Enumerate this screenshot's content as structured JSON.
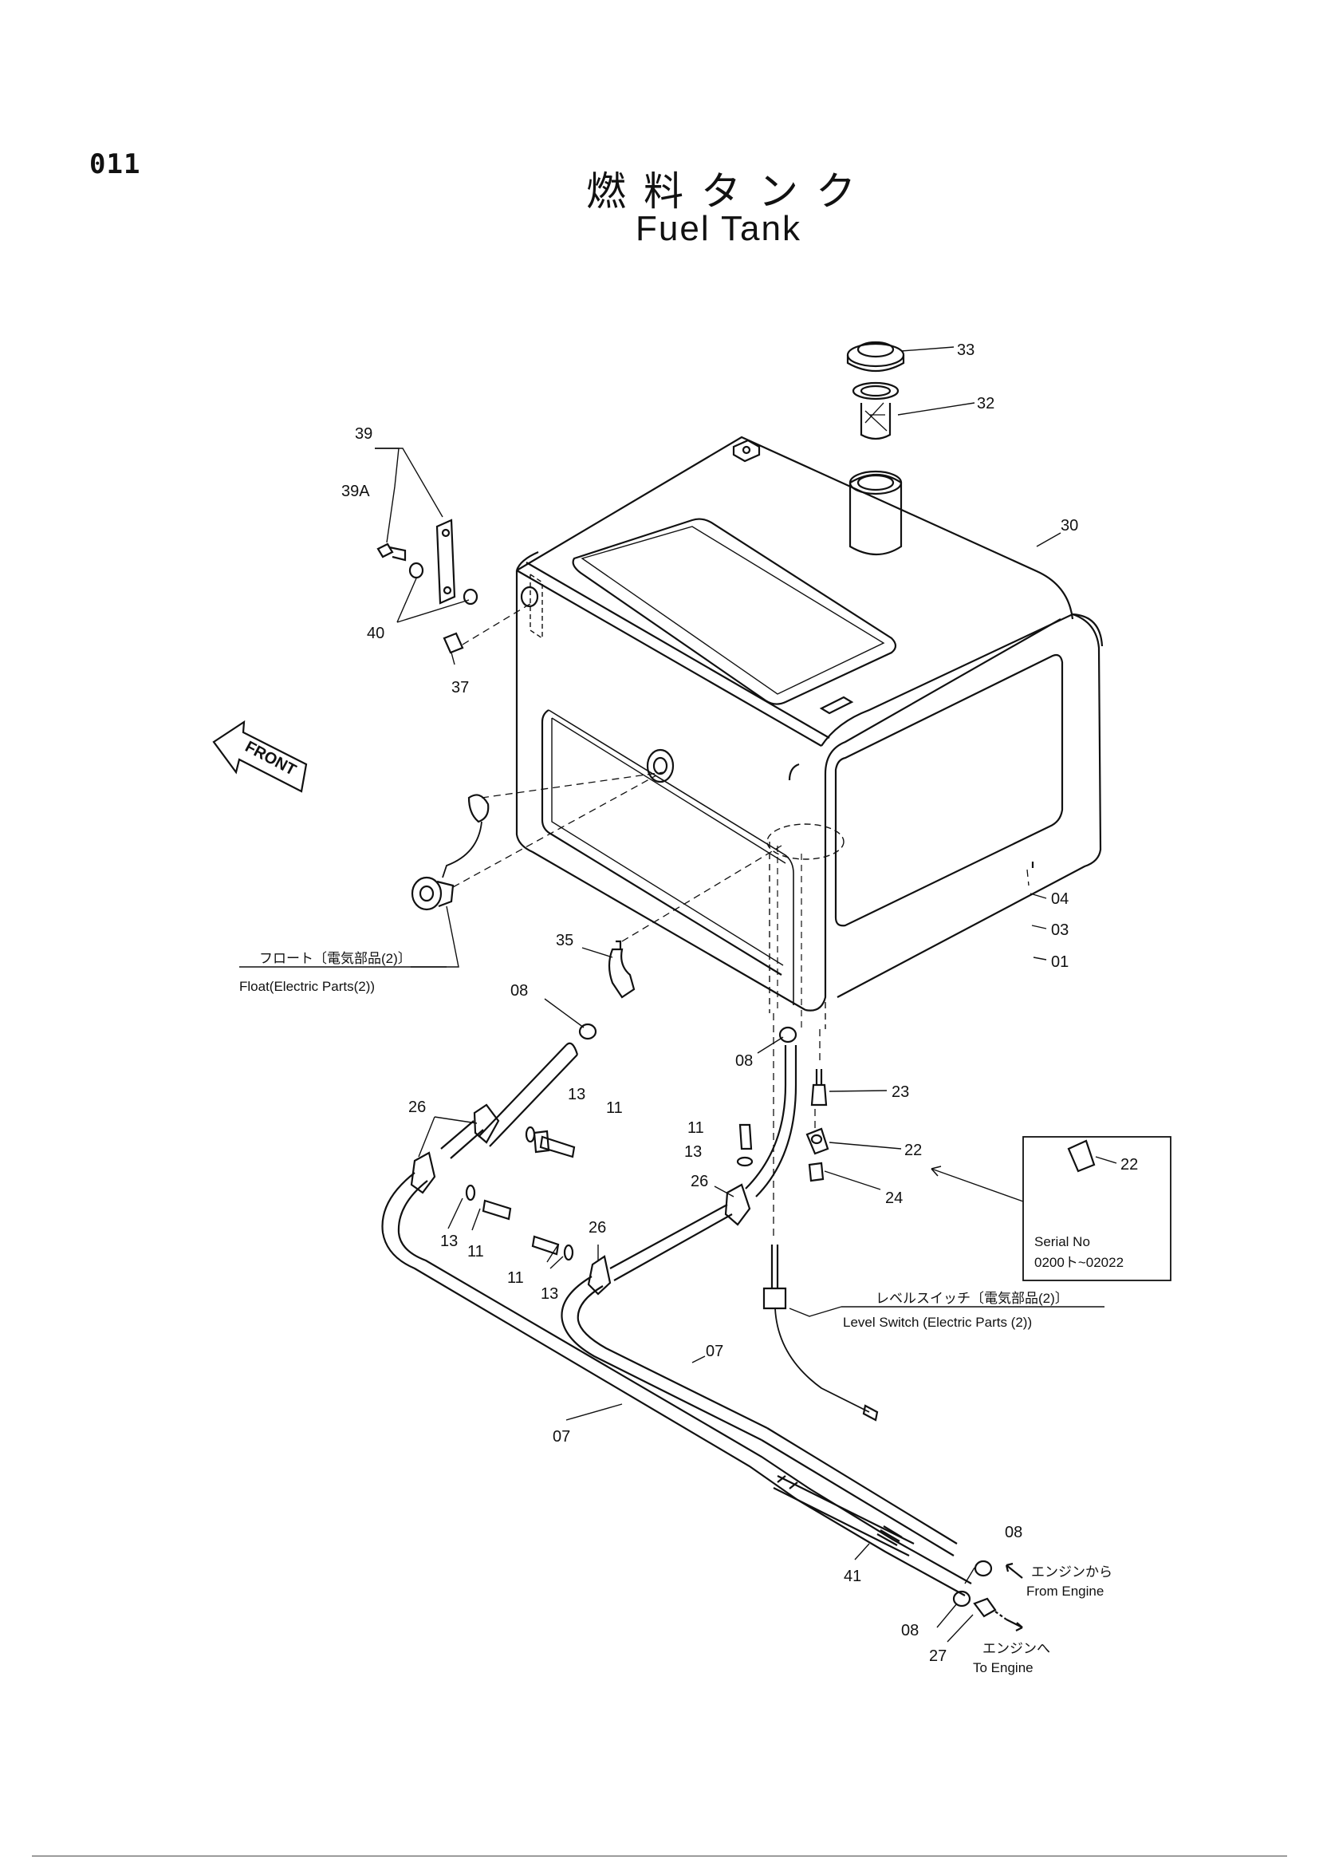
{
  "page": {
    "number": "011",
    "title_jp": "燃料タンク",
    "title_en": "Fuel Tank"
  },
  "labels": {
    "p33": "33",
    "p32": "32",
    "p30": "30",
    "p39": "39",
    "p39a": "39A",
    "p40": "40",
    "p37": "37",
    "p04": "04",
    "p03": "03",
    "p01": "01",
    "p35": "35",
    "p08a": "08",
    "p08b": "08",
    "p08c": "08",
    "p08d": "08",
    "p23": "23",
    "p22": "22",
    "p24": "24",
    "p26a": "26",
    "p26b": "26",
    "p26c": "26",
    "p13a": "13",
    "p13b": "13",
    "p13c": "13",
    "p13d": "13",
    "p11a": "11",
    "p11b": "11",
    "p11c": "11",
    "p11d": "11",
    "p07a": "07",
    "p07b": "07",
    "p41": "41",
    "p27": "27"
  },
  "front_arrow": "FRONT",
  "float": {
    "jp": "フロート〔電気部品(2)〕",
    "en": "Float(Electric Parts(2))"
  },
  "level_switch": {
    "jp": "レベルスイッチ〔電気部品(2)〕",
    "en": "Level Switch (Electric Parts (2))"
  },
  "from_engine": {
    "jp": "エンジンから",
    "en": "From Engine"
  },
  "to_engine": {
    "jp": "エンジンへ",
    "en": "To Engine"
  },
  "serial_box": {
    "part": "22",
    "label": "Serial No",
    "range": "0200ト~02022"
  }
}
